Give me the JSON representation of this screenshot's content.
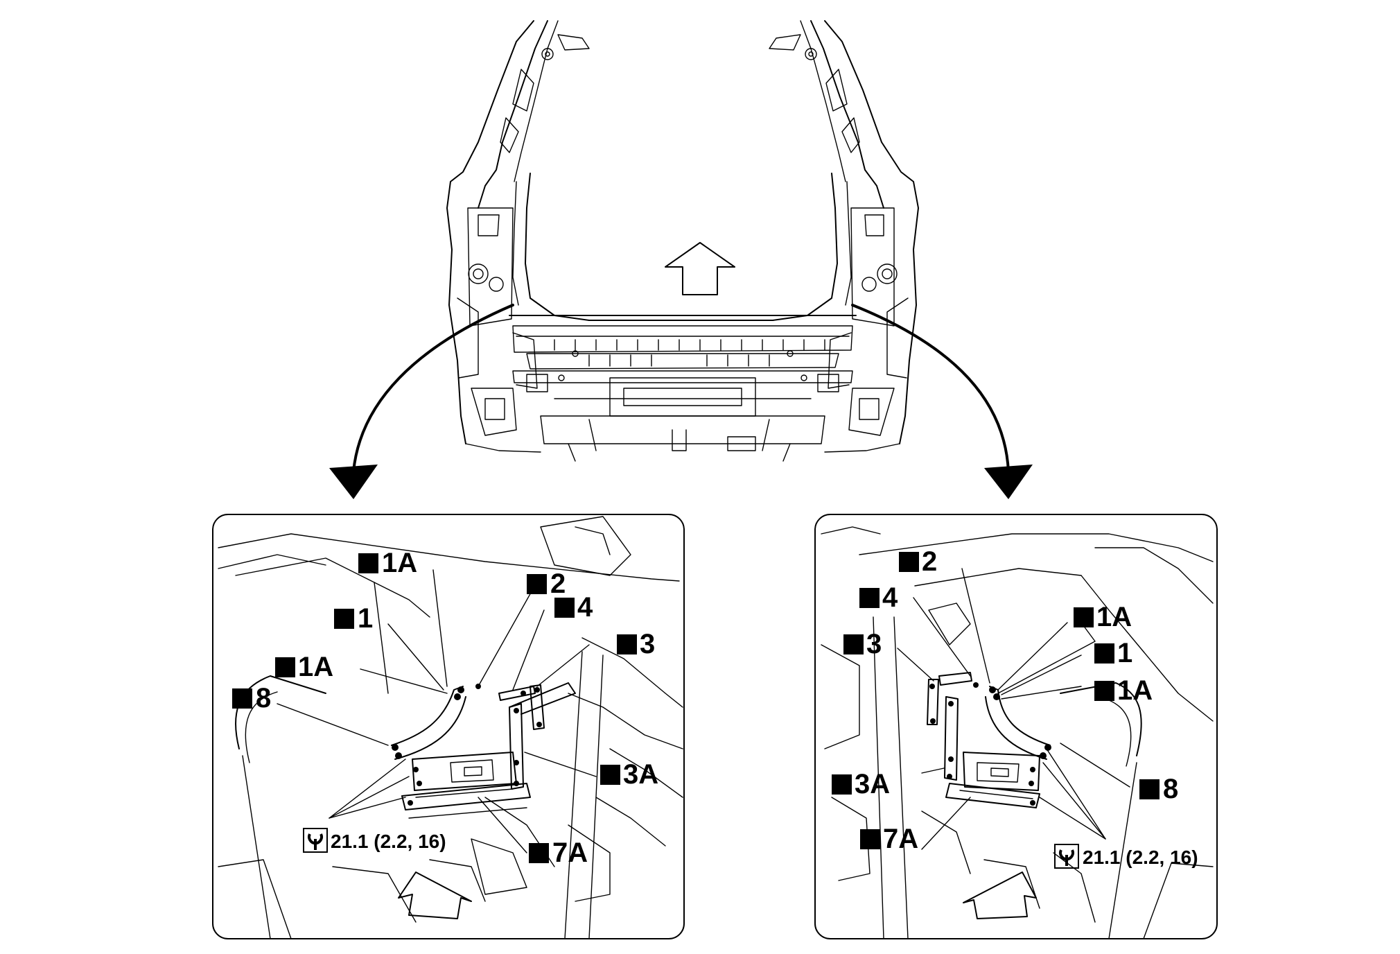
{
  "callouts": {
    "left": {
      "c1a_top": "1A",
      "c1": "1",
      "c1a_low": "1A",
      "c8": "8",
      "c2": "2",
      "c4": "4",
      "c3": "3",
      "c3a": "3A",
      "c7a": "7A",
      "torque": "21.1 (2.2, 16)"
    },
    "right": {
      "c2": "2",
      "c4": "4",
      "c3": "3",
      "c1a_top": "1A",
      "c1": "1",
      "c1a_low": "1A",
      "c8": "8",
      "c3a": "3A",
      "c7a": "7A",
      "torque": "21.1 (2.2, 16)"
    }
  },
  "icons": {
    "forward_arrow": "hollow-up-arrow-icon",
    "detail_arrows": "curved-pointer-arrow-icon",
    "direction_arrows": "hollow-direction-arrow-icon",
    "torque": "torque-wrench-icon",
    "callout_marker": "filled-square-marker"
  }
}
